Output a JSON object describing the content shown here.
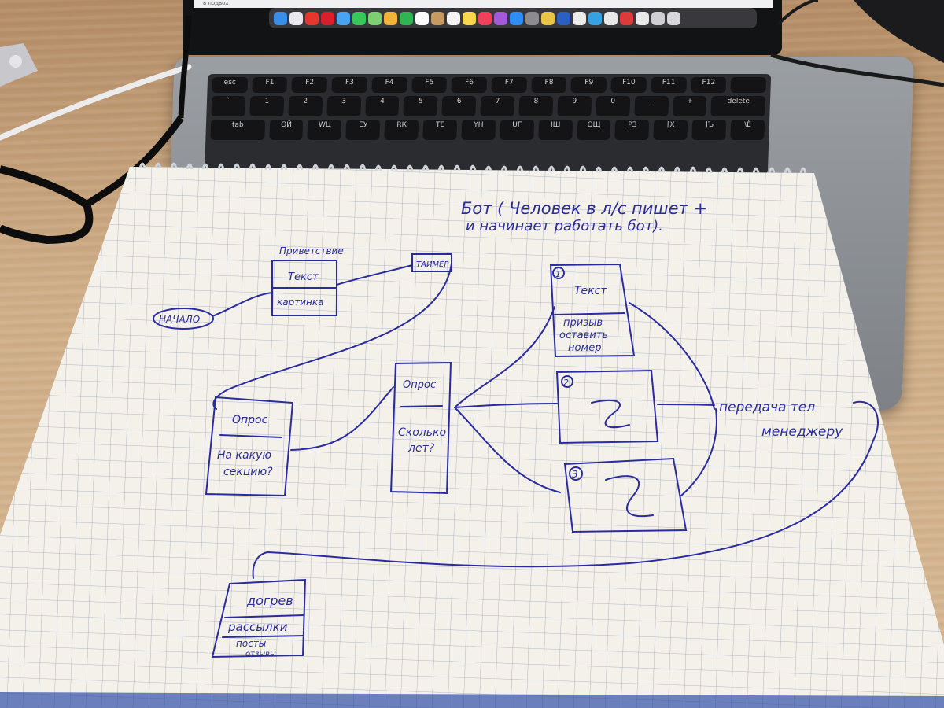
{
  "screen": {
    "top_text": "в подвох"
  },
  "keyboard": {
    "rows": [
      [
        "esc",
        "F1",
        "F2",
        "F3",
        "F4",
        "F5",
        "F6",
        "F7",
        "F8",
        "F9",
        "F10",
        "F11",
        "F12",
        ""
      ],
      [
        "`",
        "1",
        "2",
        "3",
        "4",
        "5",
        "6",
        "7",
        "8",
        "9",
        "0",
        "-",
        "+",
        "delete"
      ],
      [
        "tab",
        "QЙ",
        "WЦ",
        "EУ",
        "RК",
        "TЕ",
        "YН",
        "UГ",
        "IШ",
        "OЩ",
        "PЗ",
        "[Х",
        "]Ъ",
        "\\Ё"
      ]
    ]
  },
  "sketch": {
    "heading_line1": "Бот ( Человек в л/с пишет +",
    "heading_line2": "и начинает работать бот).",
    "start_label": "НАЧАЛО",
    "greeting_caption": "Приветствие",
    "greeting_top": "Текст",
    "greeting_bottom": "картинка",
    "timer_label": "ТАЙМЕР",
    "survey1_title": "Опрос",
    "survey1_q_line1": "На какую",
    "survey1_q_line2": "секцию?",
    "survey2_title": "Опрос",
    "survey2_q_line1": "Сколько",
    "survey2_q_line2": "лет?",
    "box1_num": "1",
    "box1_top": "Текст",
    "box1_line1": "призыв",
    "box1_line2": "оставить",
    "box1_line3": "номер",
    "box2_num": "2",
    "box3_num": "3",
    "transfer_line1": "передача тел",
    "transfer_line2": "менеджеру",
    "warm_title": "догрев",
    "warm_line1": "рассылки",
    "warm_line2": "посты",
    "warm_line3": "отзывы"
  }
}
